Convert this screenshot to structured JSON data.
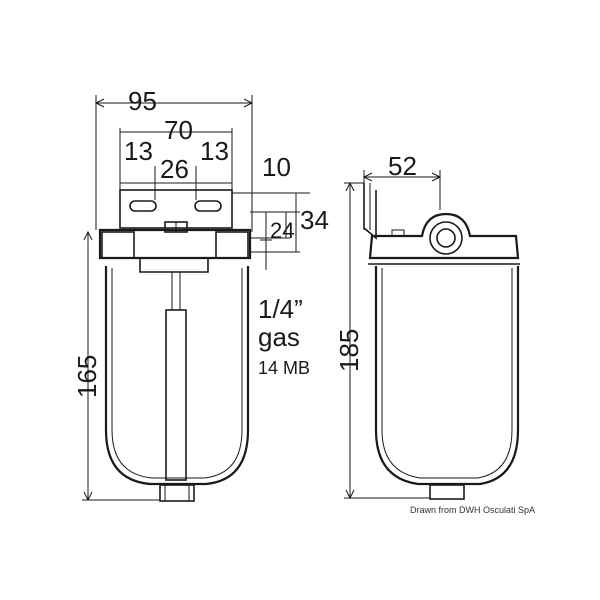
{
  "dimensions": {
    "overall_width": "95",
    "bolt_span": "70",
    "left_slot": "13",
    "slot_center": "26",
    "right_slot": "13",
    "offset": "10",
    "inlet_height": "34",
    "port_height": "24",
    "body_height": "165",
    "total_height": "185",
    "bracket_depth": "52"
  },
  "port": {
    "thread": "1/4”",
    "type": "gas",
    "rating": "14 MB"
  },
  "credit": "Drawn from DWH Osculati SpA"
}
